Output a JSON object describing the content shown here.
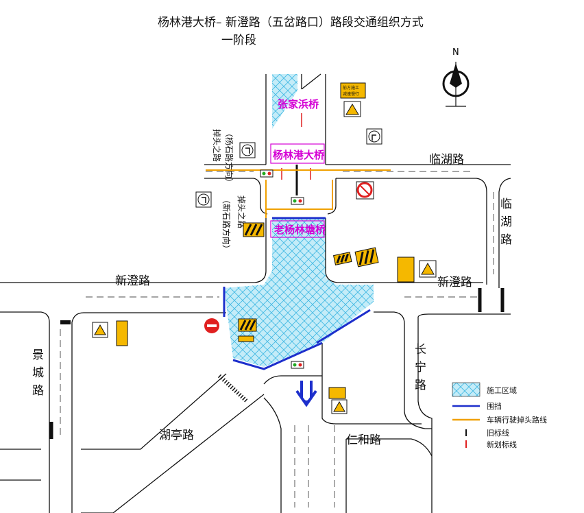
{
  "title_line1": "杨林港大桥– 新澄路（五岔路口）路段交通组织方式",
  "title_line2": "一阶段",
  "north_label": "N",
  "roads": {
    "linhu_horizontal": "临湖路",
    "linhu_vertical": [
      "临",
      "湖",
      "路"
    ],
    "xincheng_left": "新澄路",
    "xincheng_right": "新澄路",
    "jingcheng": [
      "景",
      "城",
      "路"
    ],
    "changning": [
      "长",
      "宁",
      "路"
    ],
    "huting": "湖亭路",
    "renhe": "仁和路"
  },
  "bridges": {
    "zhangjiabang": "张家浜桥",
    "yanglingang": "杨林港大桥",
    "laoyanglintang": "老杨林塘桥"
  },
  "notes": {
    "left_upper": [
      "掉头之路",
      "（杨石路方向）"
    ],
    "left_lower": [
      "掉头之路",
      "（新石路方向）"
    ]
  },
  "signs": {
    "ahead_construction": [
      "前方施工",
      "减速慢行"
    ],
    "construction_yellow": [
      "前方施工",
      "减速慢行"
    ]
  },
  "legend": {
    "items": [
      {
        "key": "construction",
        "label": "施工区域"
      },
      {
        "key": "barrier",
        "label": "围挡"
      },
      {
        "key": "uturn_route",
        "label": "车辆行驶掉头路线"
      },
      {
        "key": "old_marking",
        "label": "旧标线"
      },
      {
        "key": "new_marking",
        "label": "新划标线"
      }
    ]
  },
  "colors": {
    "construction_fill": "#bfe9f7",
    "construction_hatch": "#39b7e3",
    "barrier": "#1d2fcc",
    "uturn_route": "#f0a000",
    "new_marking": "#e02020",
    "bridge_text": "#d400d4",
    "sign_yellow": "#f5b800"
  },
  "icons": [
    "north-arrow-icon",
    "turn-left-sign-icon",
    "no-left-turn-sign-icon",
    "no-right-turn-sign-icon",
    "no-entry-sign-icon",
    "warning-sign-icon",
    "traffic-light-icon",
    "barricade-icon"
  ]
}
